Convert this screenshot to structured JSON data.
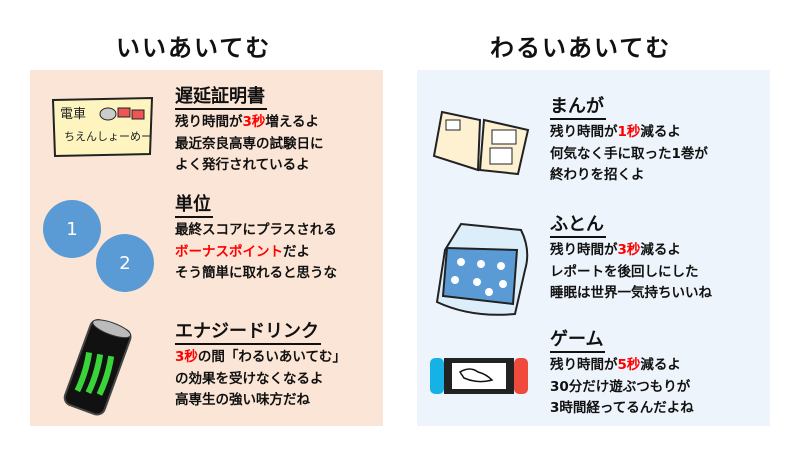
{
  "colors": {
    "good_bg": "#fbe5d6",
    "bad_bg": "#edf4fb",
    "highlight": "#ff0000"
  },
  "good": {
    "heading": "いいあいてむ",
    "items": [
      {
        "icon": "train-delay-certificate",
        "icon_text": "電車 ちえんしょーめー",
        "title": "遅延証明書",
        "lines": [
          [
            {
              "t": "残り時間が"
            },
            {
              "t": "3秒",
              "red": true
            },
            {
              "t": "増えるよ"
            }
          ],
          [
            {
              "t": "最近奈良高専の試験日に"
            }
          ],
          [
            {
              "t": "よく発行されているよ"
            }
          ]
        ]
      },
      {
        "icon": "credit-circles",
        "circles": [
          "1",
          "2"
        ],
        "title": "単位",
        "lines": [
          [
            {
              "t": "最終スコアにプラスされる"
            }
          ],
          [
            {
              "t": "ボーナスポイント",
              "red": true
            },
            {
              "t": "だよ"
            }
          ],
          [
            {
              "t": "そう簡単に取れると思うな"
            }
          ]
        ]
      },
      {
        "icon": "energy-drink-can",
        "title": "エナジードリンク",
        "lines": [
          [
            {
              "t": "3秒",
              "red": true
            },
            {
              "t": "の間「わるいあいてむ」"
            }
          ],
          [
            {
              "t": "の効果を受けなくなるよ"
            }
          ],
          [
            {
              "t": "高専生の強い味方だね"
            }
          ]
        ]
      }
    ]
  },
  "bad": {
    "heading": "わるいあいてむ",
    "items": [
      {
        "icon": "manga-book",
        "title": "まんが",
        "lines": [
          [
            {
              "t": "残り時間が"
            },
            {
              "t": "1秒",
              "red": true
            },
            {
              "t": "減るよ"
            }
          ],
          [
            {
              "t": "何気なく手に取った1巻が"
            }
          ],
          [
            {
              "t": "終わりを招くよ"
            }
          ]
        ]
      },
      {
        "icon": "futon",
        "title": "ふとん",
        "lines": [
          [
            {
              "t": "残り時間が"
            },
            {
              "t": "3秒",
              "red": true
            },
            {
              "t": "減るよ"
            }
          ],
          [
            {
              "t": "レポートを後回しにした"
            }
          ],
          [
            {
              "t": "睡眠は世界一気持ちいいね"
            }
          ]
        ]
      },
      {
        "icon": "game-console",
        "title": "ゲーム",
        "lines": [
          [
            {
              "t": "残り時間が"
            },
            {
              "t": "5秒",
              "red": true
            },
            {
              "t": "減るよ"
            }
          ],
          [
            {
              "t": "30分だけ遊ぶつもりが"
            }
          ],
          [
            {
              "t": "3時間経ってるんだよね"
            }
          ]
        ]
      }
    ]
  }
}
